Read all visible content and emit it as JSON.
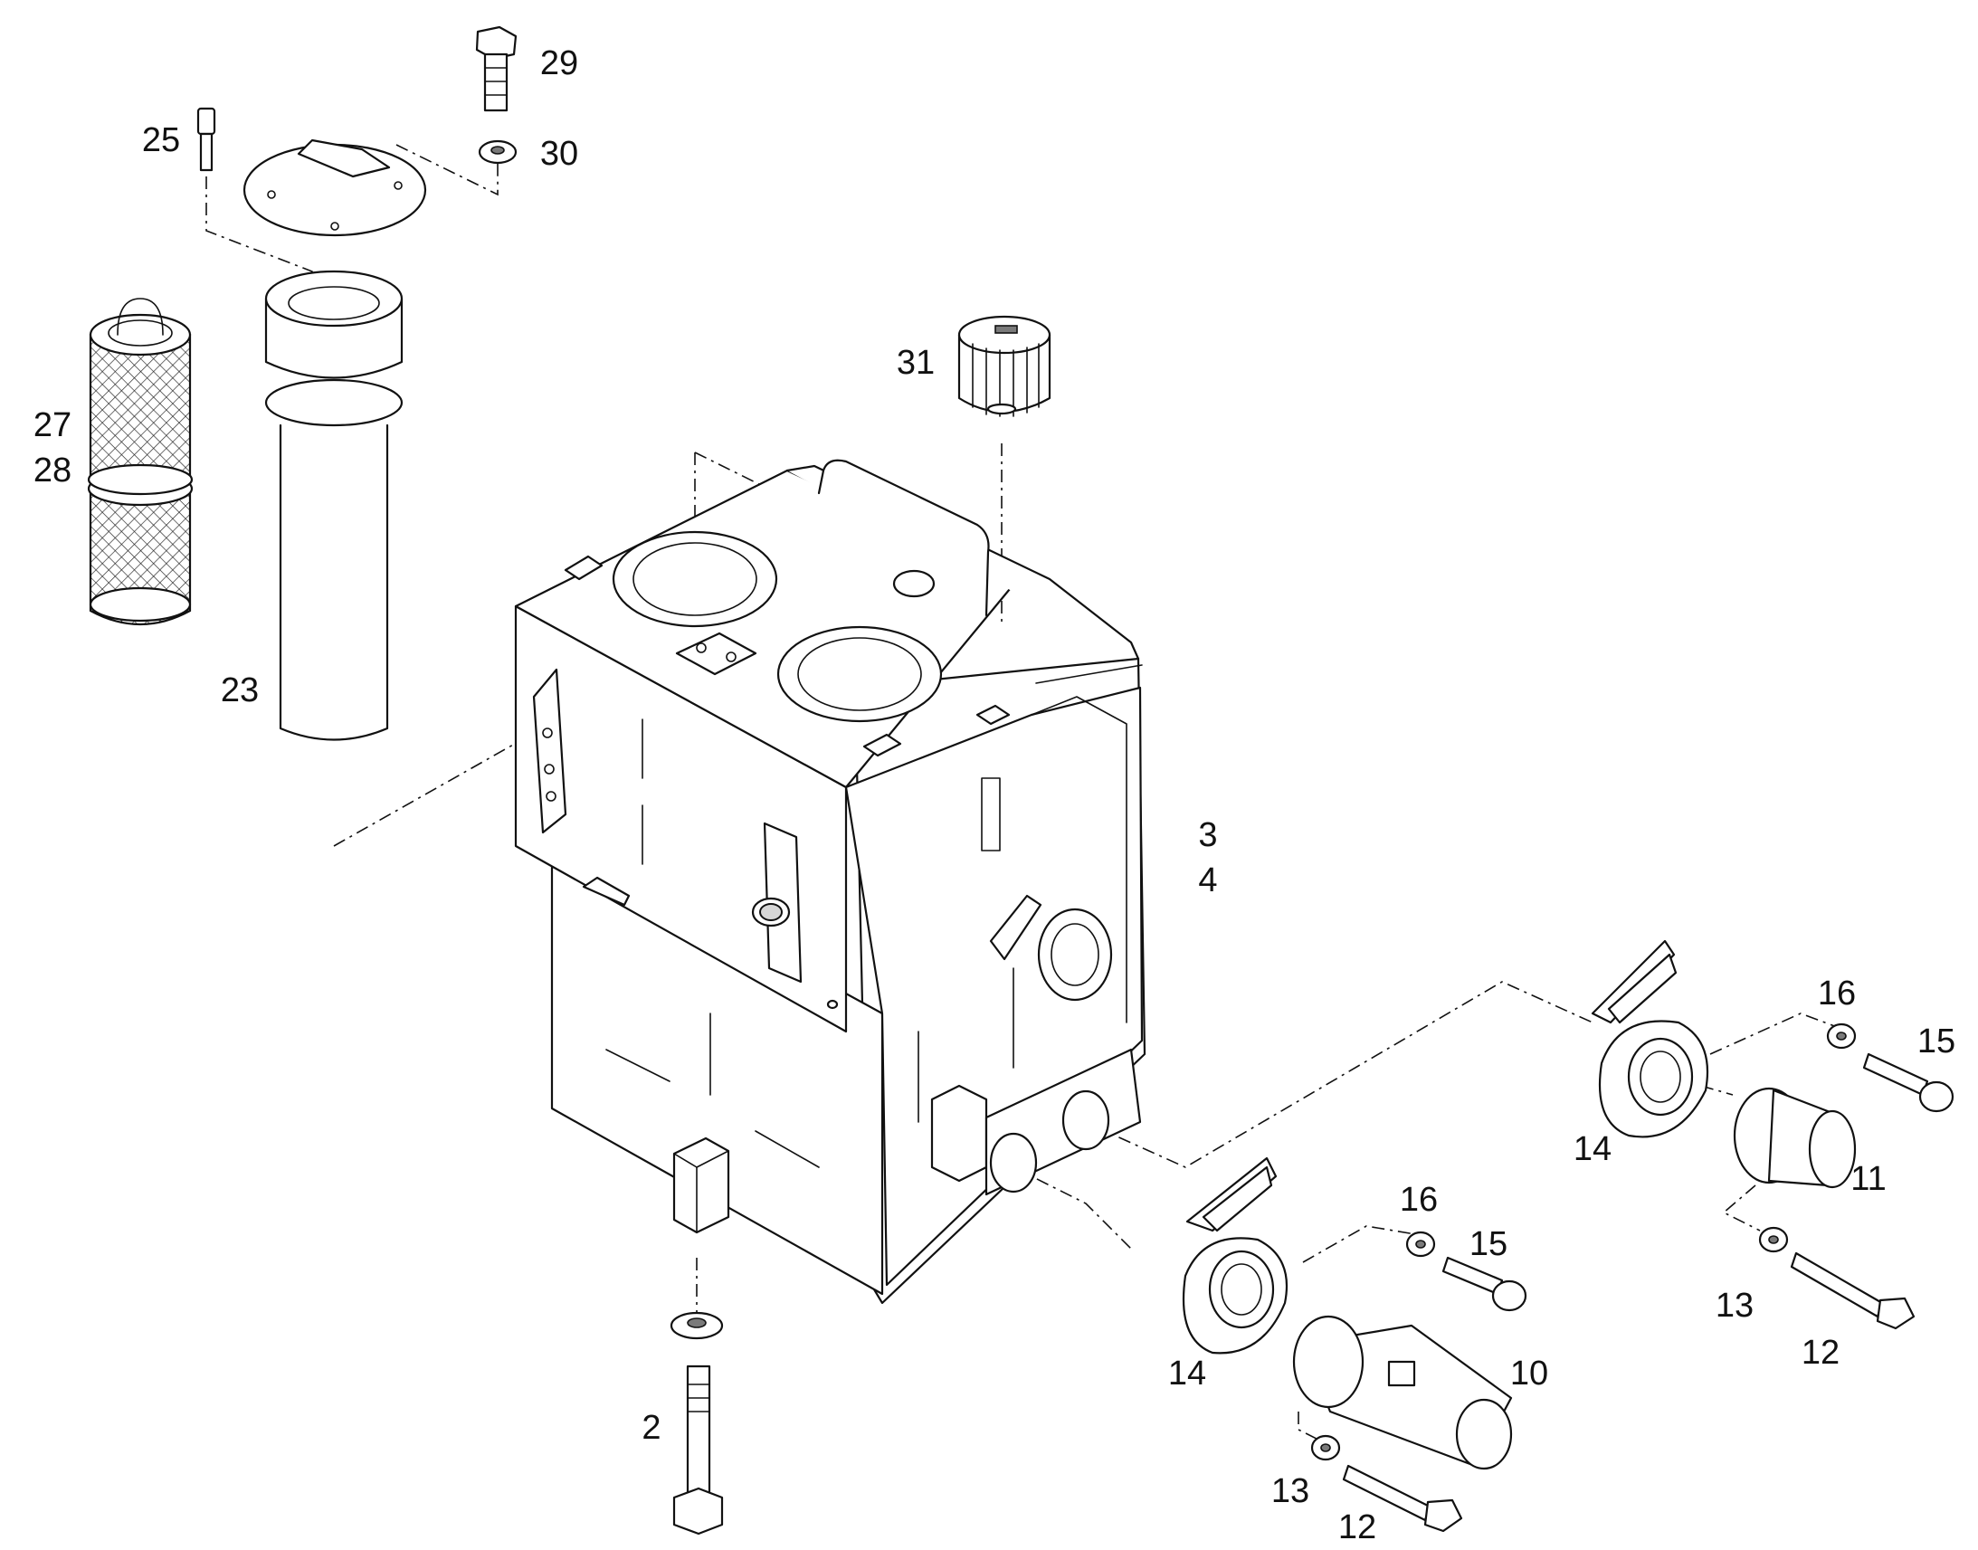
{
  "diagram": {
    "callouts": {
      "c2": "2",
      "c3": "3",
      "c4": "4",
      "c10": "10",
      "c11": "11",
      "c12a": "12",
      "c12b": "12",
      "c13a": "13",
      "c13b": "13",
      "c14a": "14",
      "c14b": "14",
      "c15a": "15",
      "c15b": "15",
      "c16a": "16",
      "c16b": "16",
      "c23": "23",
      "c25": "25",
      "c27": "27",
      "c28": "28",
      "c29": "29",
      "c30": "30",
      "c31": "31"
    }
  }
}
